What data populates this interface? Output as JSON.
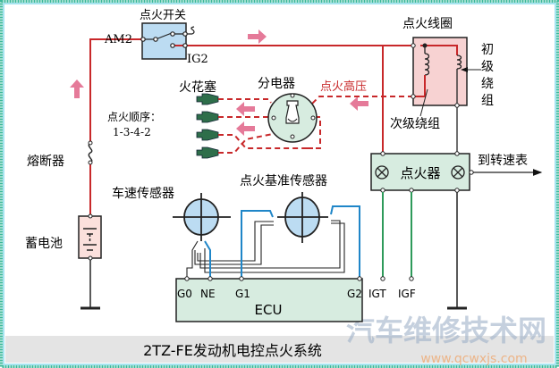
{
  "title": "2TZ-FE发动机电控点火系统",
  "labels": {
    "ignition_switch": "点火开关",
    "am2": "AM2",
    "ig2": "IG2",
    "fuse": "熔断器",
    "battery": "蓄电池",
    "spark_plug": "火花塞",
    "distributor": "分电器",
    "firing_order_label": "点火顺序：",
    "firing_order": "1-3-4-2",
    "high_voltage": "点火高压",
    "ignition_coil": "点火线圈",
    "primary_winding": [
      "初",
      "级",
      "绕",
      "组"
    ],
    "secondary_winding": "次级绕组",
    "igniter": "点火器",
    "to_tachometer": "到转速表",
    "speed_sensor": "车速传感器",
    "ref_sensor": "点火基准传感器",
    "ecu": "ECU",
    "ecu_pins": [
      "G0",
      "NE",
      "G1",
      "G2",
      "IGT",
      "IGF"
    ]
  },
  "watermark": {
    "text": "汽车维修技术网",
    "url": "www.qcwxjs.com"
  },
  "colors": {
    "power": "#c8282a",
    "signal": "#1f86c8",
    "control": "#2e9a5a",
    "arrow": "#e57a99",
    "frame": "#3bb89a"
  }
}
